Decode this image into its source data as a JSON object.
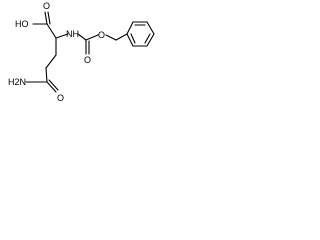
{
  "structure": {
    "labels": {
      "hydroxyl": "HO",
      "carbonyl_top": "O",
      "amide_nh": "NH",
      "carbamate_o_upper": "O",
      "carbamate_o_lower": "O",
      "amide_nh2": "H2N",
      "amide_o": "O"
    }
  }
}
